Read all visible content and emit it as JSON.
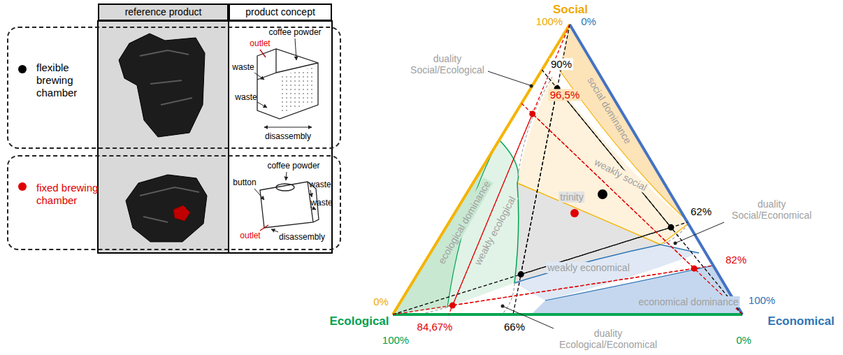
{
  "diagram": {
    "nodes": [
      {
        "text": [
          "reference product"
        ]
      },
      {
        "text": [
          "product concept"
        ]
      },
      {
        "text": [
          "flexible brewing chamber"
        ]
      },
      {
        "text": [
          "fixed brewing chamber"
        ]
      }
    ],
    "labels": [
      "coffee powder",
      "outlet",
      "waste",
      "waste",
      "disassembly",
      "coffee powder",
      "button",
      "waste",
      "waste",
      "outlet",
      "disassembly",
      "Social",
      "100%",
      "0%",
      "90%",
      "96,5%",
      "duality Social/Ecological",
      "social dominance",
      "weakly social",
      "trinity",
      "ecological dominance",
      "weakly ecological",
      "62%",
      "duality Social/Economical",
      "weakly economical",
      "82%",
      "economical dominance",
      "0%",
      "100%",
      "Ecological",
      "Economical",
      "100%",
      "84,67%",
      "66%",
      "0%",
      "duality Ecological/Economical"
    ]
  }
}
